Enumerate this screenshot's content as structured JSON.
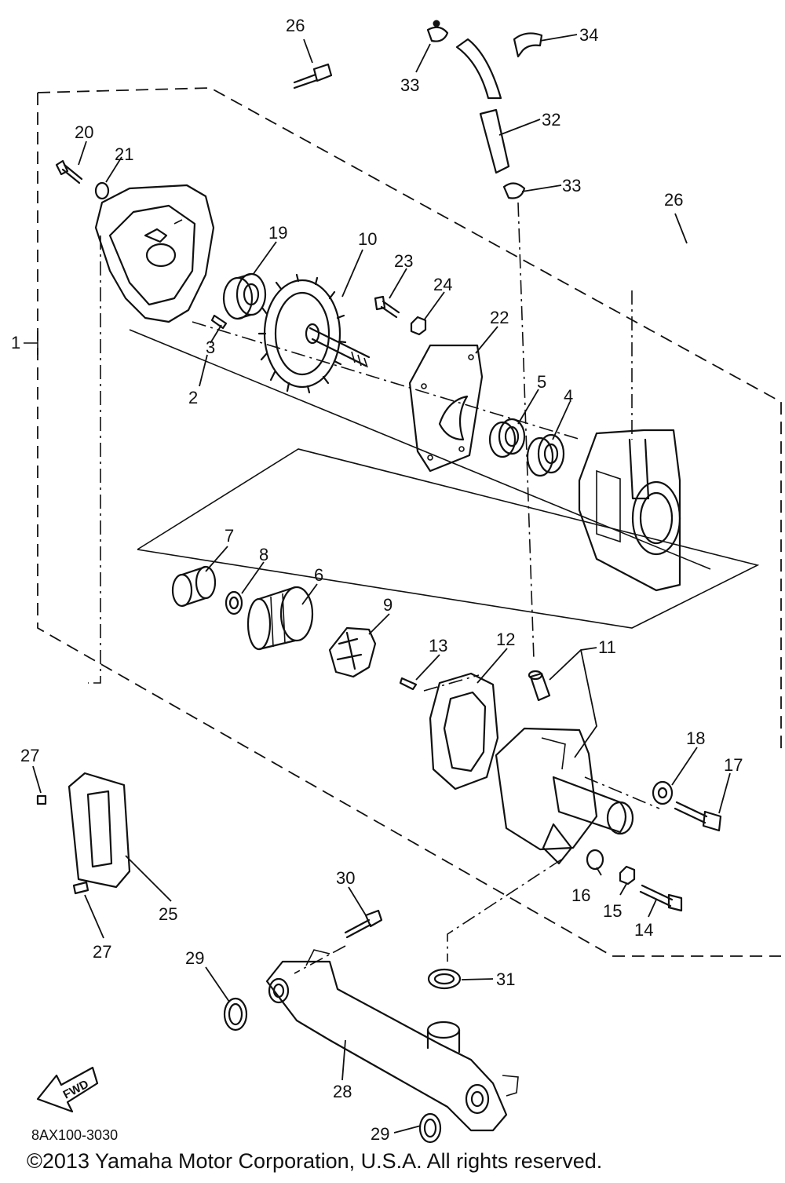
{
  "callouts": [
    {
      "id": "c26a",
      "label": "26"
    },
    {
      "id": "c33a",
      "label": "33"
    },
    {
      "id": "c34",
      "label": "34"
    },
    {
      "id": "c32",
      "label": "32"
    },
    {
      "id": "c33b",
      "label": "33"
    },
    {
      "id": "c20",
      "label": "20"
    },
    {
      "id": "c21",
      "label": "21"
    },
    {
      "id": "c26b",
      "label": "26"
    },
    {
      "id": "c19",
      "label": "19"
    },
    {
      "id": "c10",
      "label": "10"
    },
    {
      "id": "c23",
      "label": "23"
    },
    {
      "id": "c24",
      "label": "24"
    },
    {
      "id": "c22",
      "label": "22"
    },
    {
      "id": "c1",
      "label": "1"
    },
    {
      "id": "c3",
      "label": "3"
    },
    {
      "id": "c2",
      "label": "2"
    },
    {
      "id": "c5",
      "label": "5"
    },
    {
      "id": "c4",
      "label": "4"
    },
    {
      "id": "c7",
      "label": "7"
    },
    {
      "id": "c8",
      "label": "8"
    },
    {
      "id": "c6",
      "label": "6"
    },
    {
      "id": "c9",
      "label": "9"
    },
    {
      "id": "c13",
      "label": "13"
    },
    {
      "id": "c12",
      "label": "12"
    },
    {
      "id": "c11",
      "label": "11"
    },
    {
      "id": "c18",
      "label": "18"
    },
    {
      "id": "c17",
      "label": "17"
    },
    {
      "id": "c27a",
      "label": "27"
    },
    {
      "id": "c25",
      "label": "25"
    },
    {
      "id": "c27b",
      "label": "27"
    },
    {
      "id": "c30",
      "label": "30"
    },
    {
      "id": "c16",
      "label": "16"
    },
    {
      "id": "c15",
      "label": "15"
    },
    {
      "id": "c14",
      "label": "14"
    },
    {
      "id": "c29a",
      "label": "29"
    },
    {
      "id": "c31",
      "label": "31"
    },
    {
      "id": "c28",
      "label": "28"
    },
    {
      "id": "c29b",
      "label": "29"
    }
  ],
  "fwd_label": "FWD",
  "diagram_code": "8AX100-3030",
  "copyright": "©2013 Yamaha Motor Corporation, U.S.A. All rights reserved."
}
